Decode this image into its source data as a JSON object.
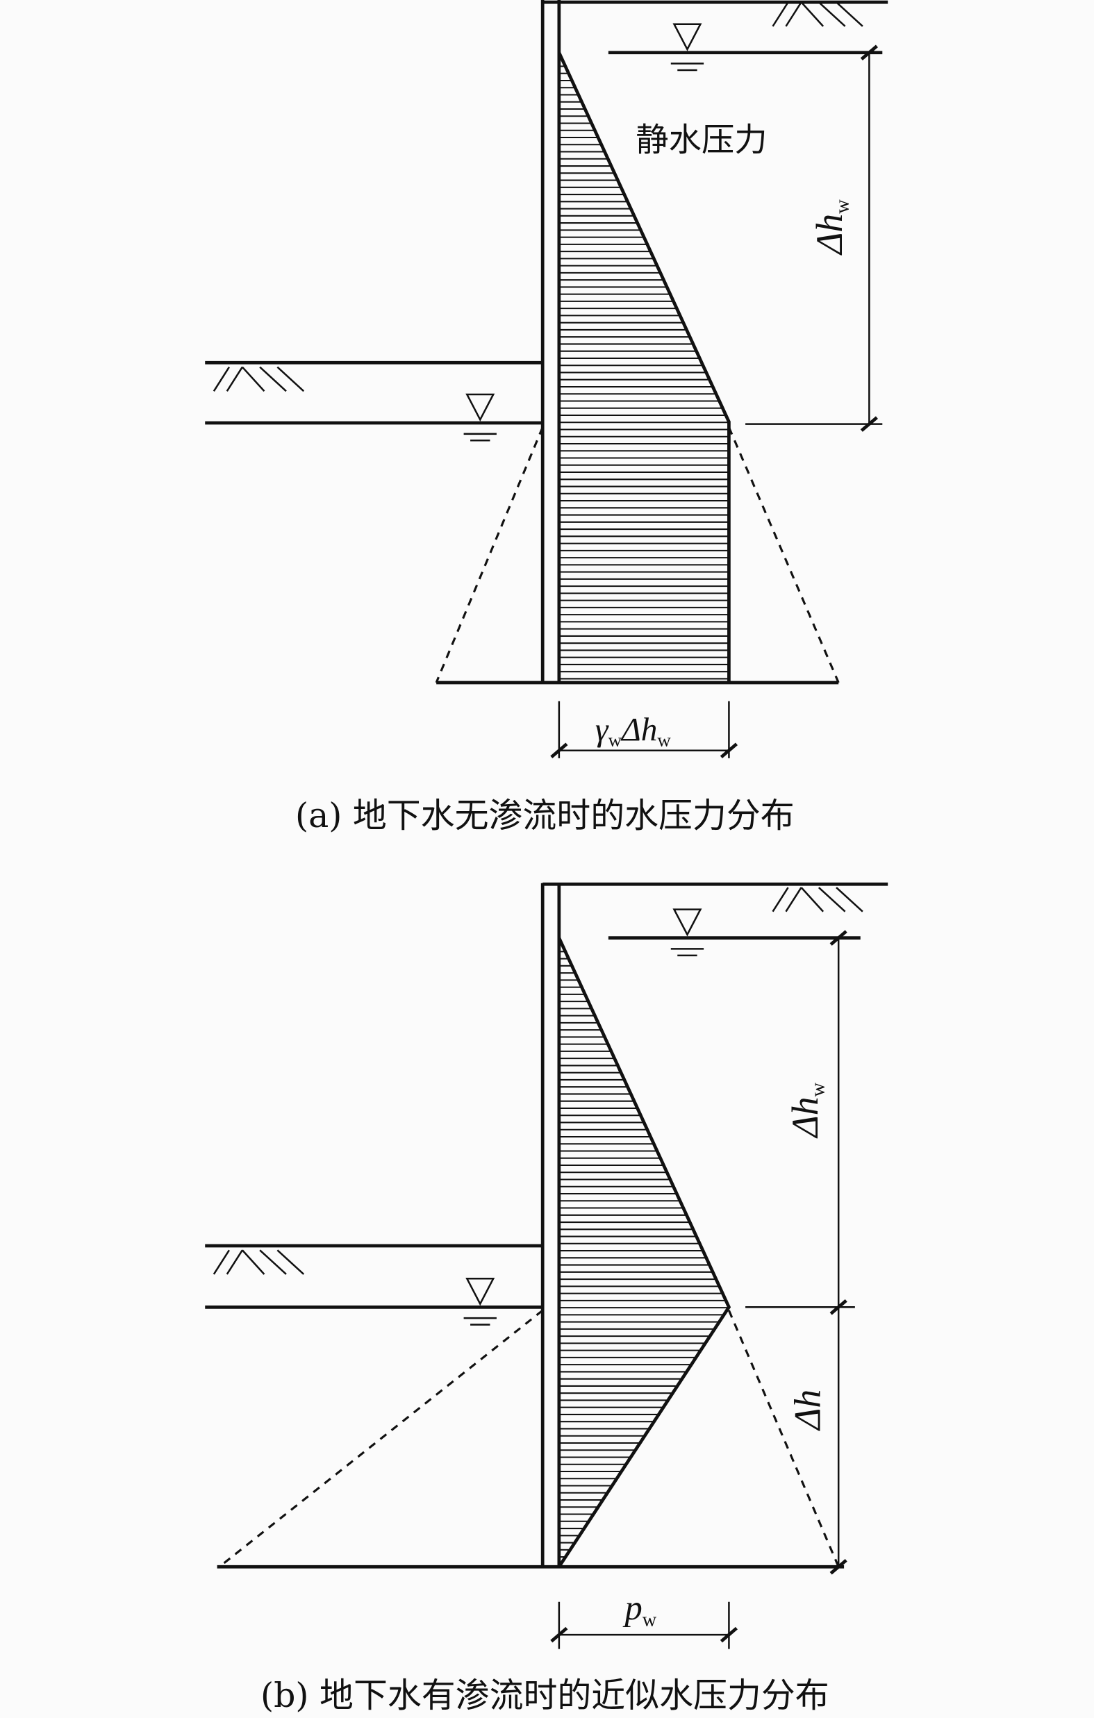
{
  "panel_a": {
    "label_static": "静水压力",
    "dim_height": {
      "main": "Δh",
      "sub": "w"
    },
    "dim_width": {
      "g": "γ",
      "gsub": "w",
      "main": "Δh",
      "sub": "w"
    },
    "caption": "(a) 地下水无渗流时的水压力分布"
  },
  "panel_b": {
    "dim_height_upper": {
      "main": "Δh",
      "sub": "w"
    },
    "dim_height_lower": "Δh",
    "dim_width": {
      "main": "p",
      "sub": "w"
    },
    "caption": "(b) 地下水有渗流时的近似水压力分布"
  }
}
